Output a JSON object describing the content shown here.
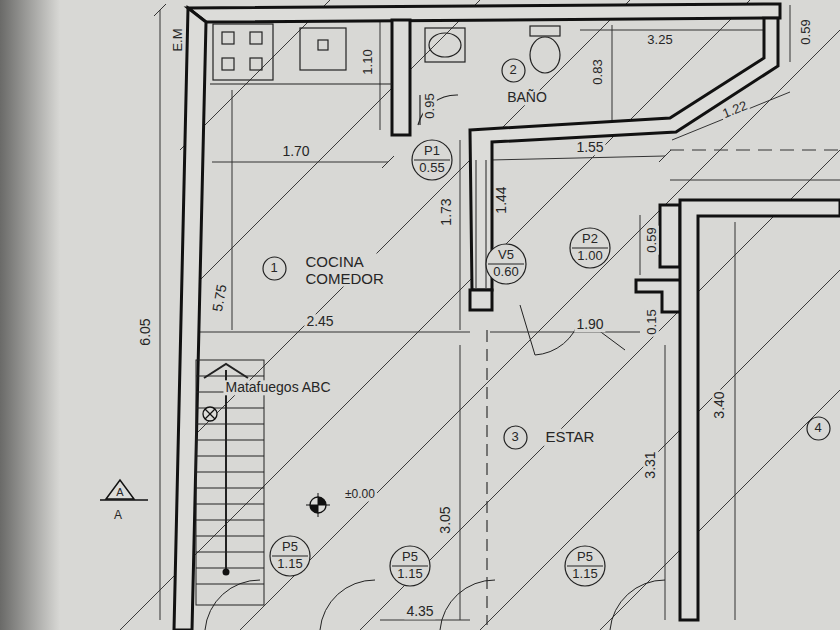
{
  "diagram": {
    "nodes": [
      {
        "text": [
          "2"
        ]
      },
      {
        "text": [
          "P1",
          "0.55"
        ]
      },
      {
        "text": [
          "P2",
          "1.00"
        ]
      },
      {
        "text": [
          "V5",
          "0.60"
        ]
      },
      {
        "text": [
          "1"
        ]
      },
      {
        "text": [
          "4"
        ]
      },
      {
        "text": [
          "3"
        ]
      },
      {
        "text": [
          "P5",
          "1.15"
        ]
      },
      {
        "text": [
          "P5",
          "1.15"
        ]
      },
      {
        "text": [
          "P5",
          "1.15"
        ]
      }
    ],
    "labels": [
      "E.M",
      "1.10",
      "0.95",
      "0.83",
      "3.25",
      "0.59",
      "1.22",
      "1.70",
      "1.55",
      "1.73",
      "1.44",
      "0.59",
      "COCINA COMEDOR",
      "5.75",
      "6.05",
      "2.45",
      "1.90",
      "0.15",
      "Matafuegos ABC",
      "A",
      "A",
      "±0.00",
      "ESTAR",
      "3.05",
      "3.31",
      "3.40",
      "4.35",
      "BAÑO"
    ]
  }
}
